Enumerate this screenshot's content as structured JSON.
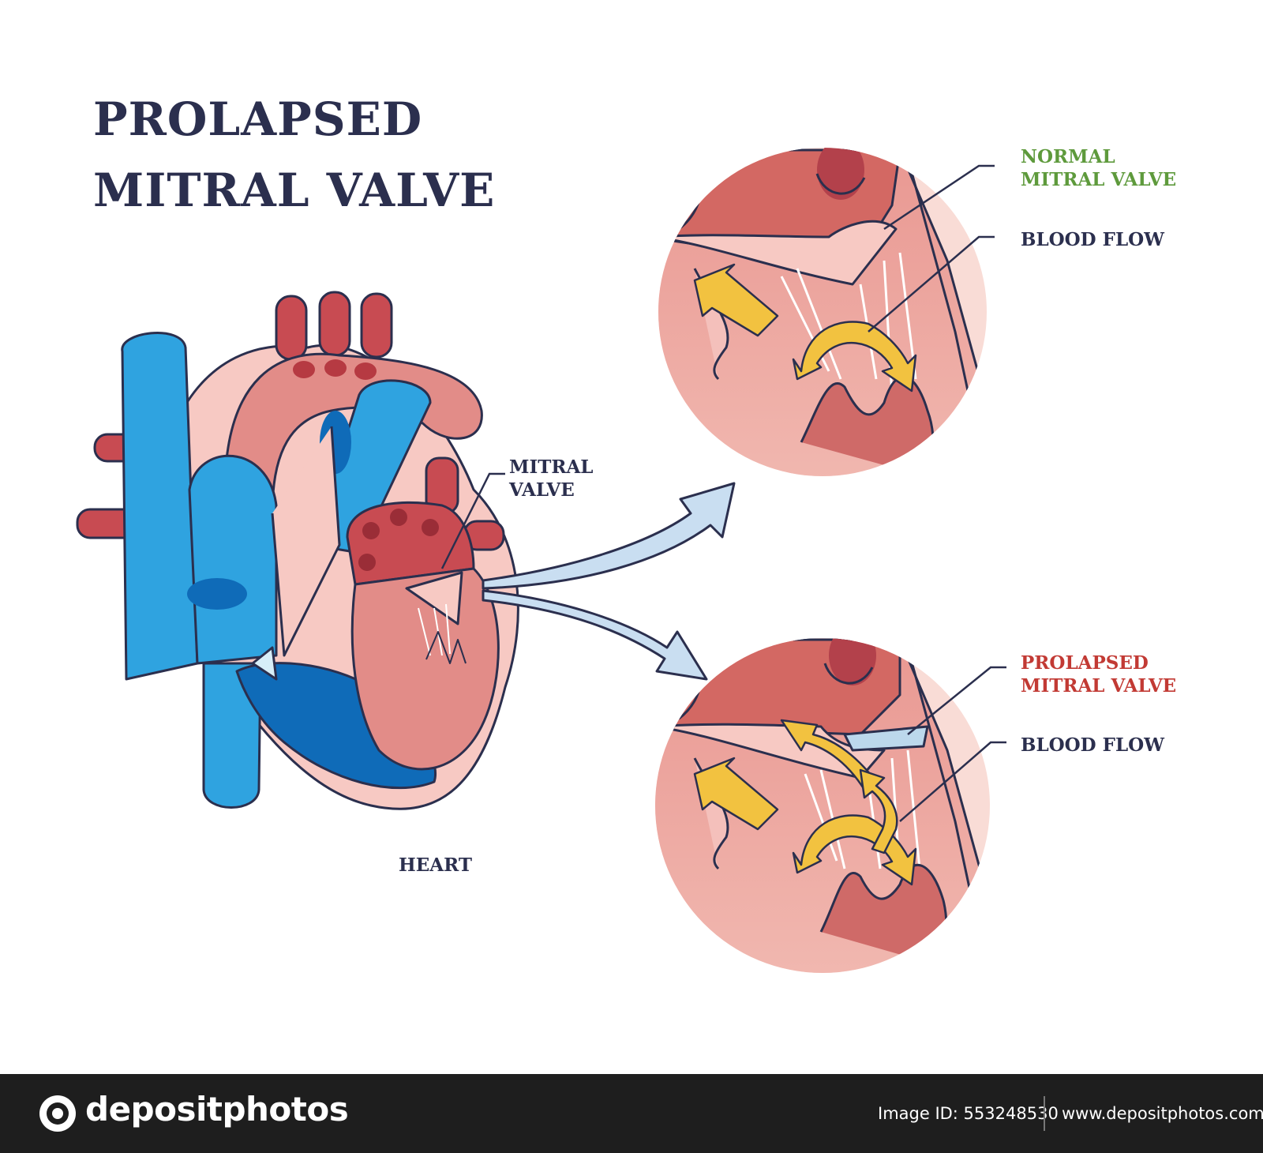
{
  "title": {
    "line1": "PROLAPSED",
    "line2": "MITRAL VALVE"
  },
  "labels": {
    "mitral_valve_line1": "MITRAL",
    "mitral_valve_line2": "VALVE",
    "heart": "HEART",
    "normal_line1": "NORMAL",
    "normal_line2": "MITRAL VALVE",
    "blood_flow_top": "BLOOD FLOW",
    "prolapsed_line1": "PROLAPSED",
    "prolapsed_line2": "MITRAL VALVE",
    "blood_flow_bottom": "BLOOD FLOW"
  },
  "footer": {
    "brand": "depositphotos",
    "image_id": "Image ID: 553248530",
    "site": "www.depositphotos.com"
  },
  "colors": {
    "title": "#2b2f4e",
    "outline": "#2b2f4e",
    "blue_vessel": "#2fa3e0",
    "dark_blue": "#0f6bb8",
    "red_vessel": "#c84b52",
    "pink_tissue": "#e8a4a0",
    "light_pink": "#f9dcd6",
    "yellow_arrow": "#f2c240",
    "normal_label": "#5e9a3c",
    "prolapsed_label": "#c23a34",
    "footer_bg": "#1e1e1e"
  }
}
